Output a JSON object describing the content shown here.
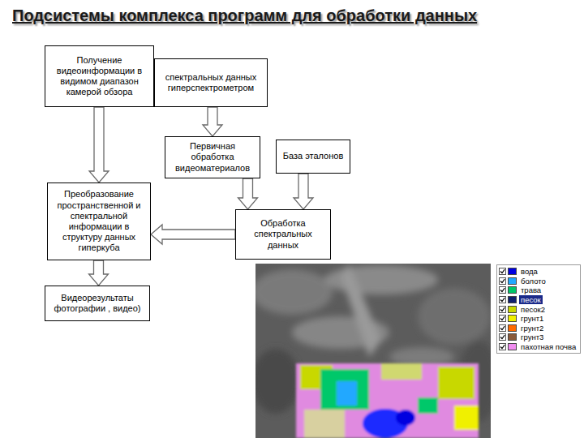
{
  "diagram": {
    "title": "Подсистемы комплекса программ для обработки данных",
    "nodes": [
      {
        "text": [
          "Получение видеоинформации в видимом диапазон камерой обзора"
        ]
      },
      {
        "text": [
          "спектральных данных гиперспектрометром"
        ]
      },
      {
        "text": [
          "Первичная обработка видеоматериалов"
        ]
      },
      {
        "text": [
          "База эталонов"
        ]
      },
      {
        "text": [
          "Преобразование пространственной и спектральной информации в структуру данных гиперкуба"
        ]
      },
      {
        "text": [
          "Обработка спектральных данных"
        ]
      },
      {
        "text": [
          "Видеорезультаты фотографии , видео)"
        ]
      }
    ],
    "edges": [
      {
        "from": 0,
        "to": 4,
        "arrow": "to"
      },
      {
        "from": 1,
        "to": 2,
        "arrow": "to"
      },
      {
        "from": 2,
        "to": 5,
        "arrow": "to"
      },
      {
        "from": 3,
        "to": 5,
        "arrow": "to"
      },
      {
        "from": 5,
        "to": 4,
        "arrow": "to"
      },
      {
        "from": 4,
        "to": 6,
        "arrow": "to"
      }
    ],
    "legend": [
      {
        "text": "вода",
        "color": "#0000e0"
      },
      {
        "text": "болото",
        "color": "#22a8ff"
      },
      {
        "text": "трава",
        "color": "#00c86a"
      },
      {
        "text": "песок",
        "color": "#10206e"
      },
      {
        "text": "песок2",
        "color": "#c8d800"
      },
      {
        "text": "грунт1",
        "color": "#f0f000"
      },
      {
        "text": "грунт2",
        "color": "#ff6a00"
      },
      {
        "text": "грунт3",
        "color": "#8a5a3a"
      },
      {
        "text": "пахотная почва",
        "color": "#f08cf0"
      }
    ]
  }
}
